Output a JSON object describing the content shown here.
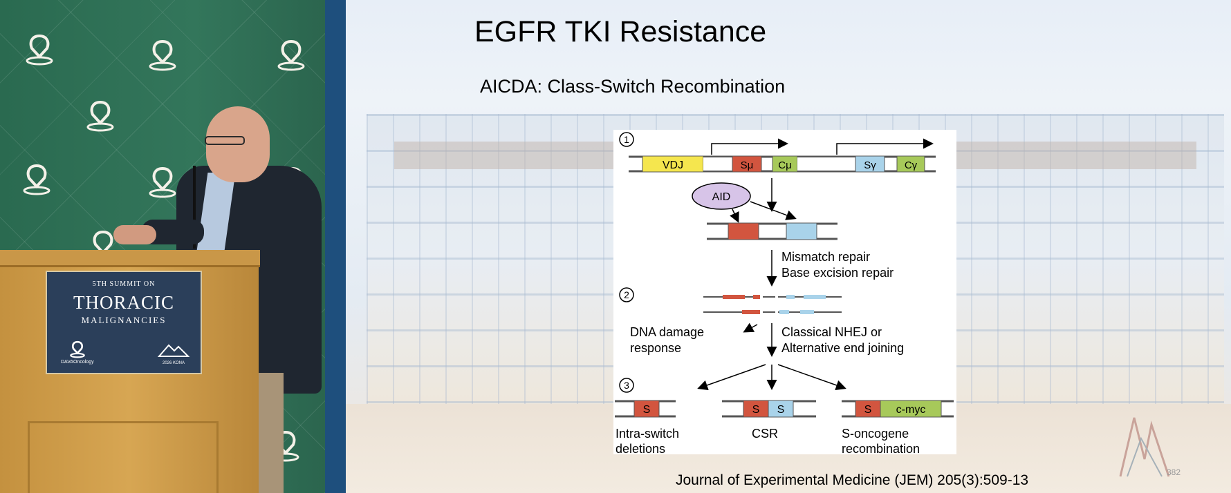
{
  "slide": {
    "title": "EGFR TKI Resistance",
    "subtitle": "AICDA: Class-Switch Recombination",
    "citation": "Journal of Experimental Medicine (JEM) 205(3):509-13",
    "slide_number": "382"
  },
  "figure": {
    "steps": [
      "1",
      "2",
      "3"
    ],
    "segments": {
      "vdj": "VDJ",
      "s_mu": "Sμ",
      "c_mu": "Cμ",
      "s_gamma": "Sγ",
      "c_gamma": "Cγ",
      "aid": "AID"
    },
    "repair_lines": [
      "Mismatch repair",
      "Base excision repair"
    ],
    "damage_lines": [
      "DNA damage",
      "response"
    ],
    "joining_lines": [
      "Classical NHEJ or",
      "Alternative end joining"
    ],
    "outcomes": [
      {
        "blocks": [
          "S"
        ],
        "caption_lines": [
          "Intra-switch",
          "deletions"
        ]
      },
      {
        "blocks": [
          "S",
          "S"
        ],
        "caption_lines": [
          "CSR"
        ]
      },
      {
        "blocks": [
          "S",
          "c-myc"
        ],
        "caption_lines": [
          "S-oncogene",
          "recombination"
        ]
      }
    ],
    "colors": {
      "vdj": "#f5e64e",
      "s_mu": "#d2553f",
      "c_mu": "#a7c95a",
      "s_gamma": "#a9d3ea",
      "c_gamma": "#a7c95a",
      "aid": "#d7c4e8"
    }
  },
  "podium_sign": {
    "line1": "5TH SUMMIT ON",
    "line2": "THORACIC",
    "line3": "MALIGNANCIES",
    "logo_left": "DAVAOncology",
    "logo_right": "2026 KONA"
  }
}
